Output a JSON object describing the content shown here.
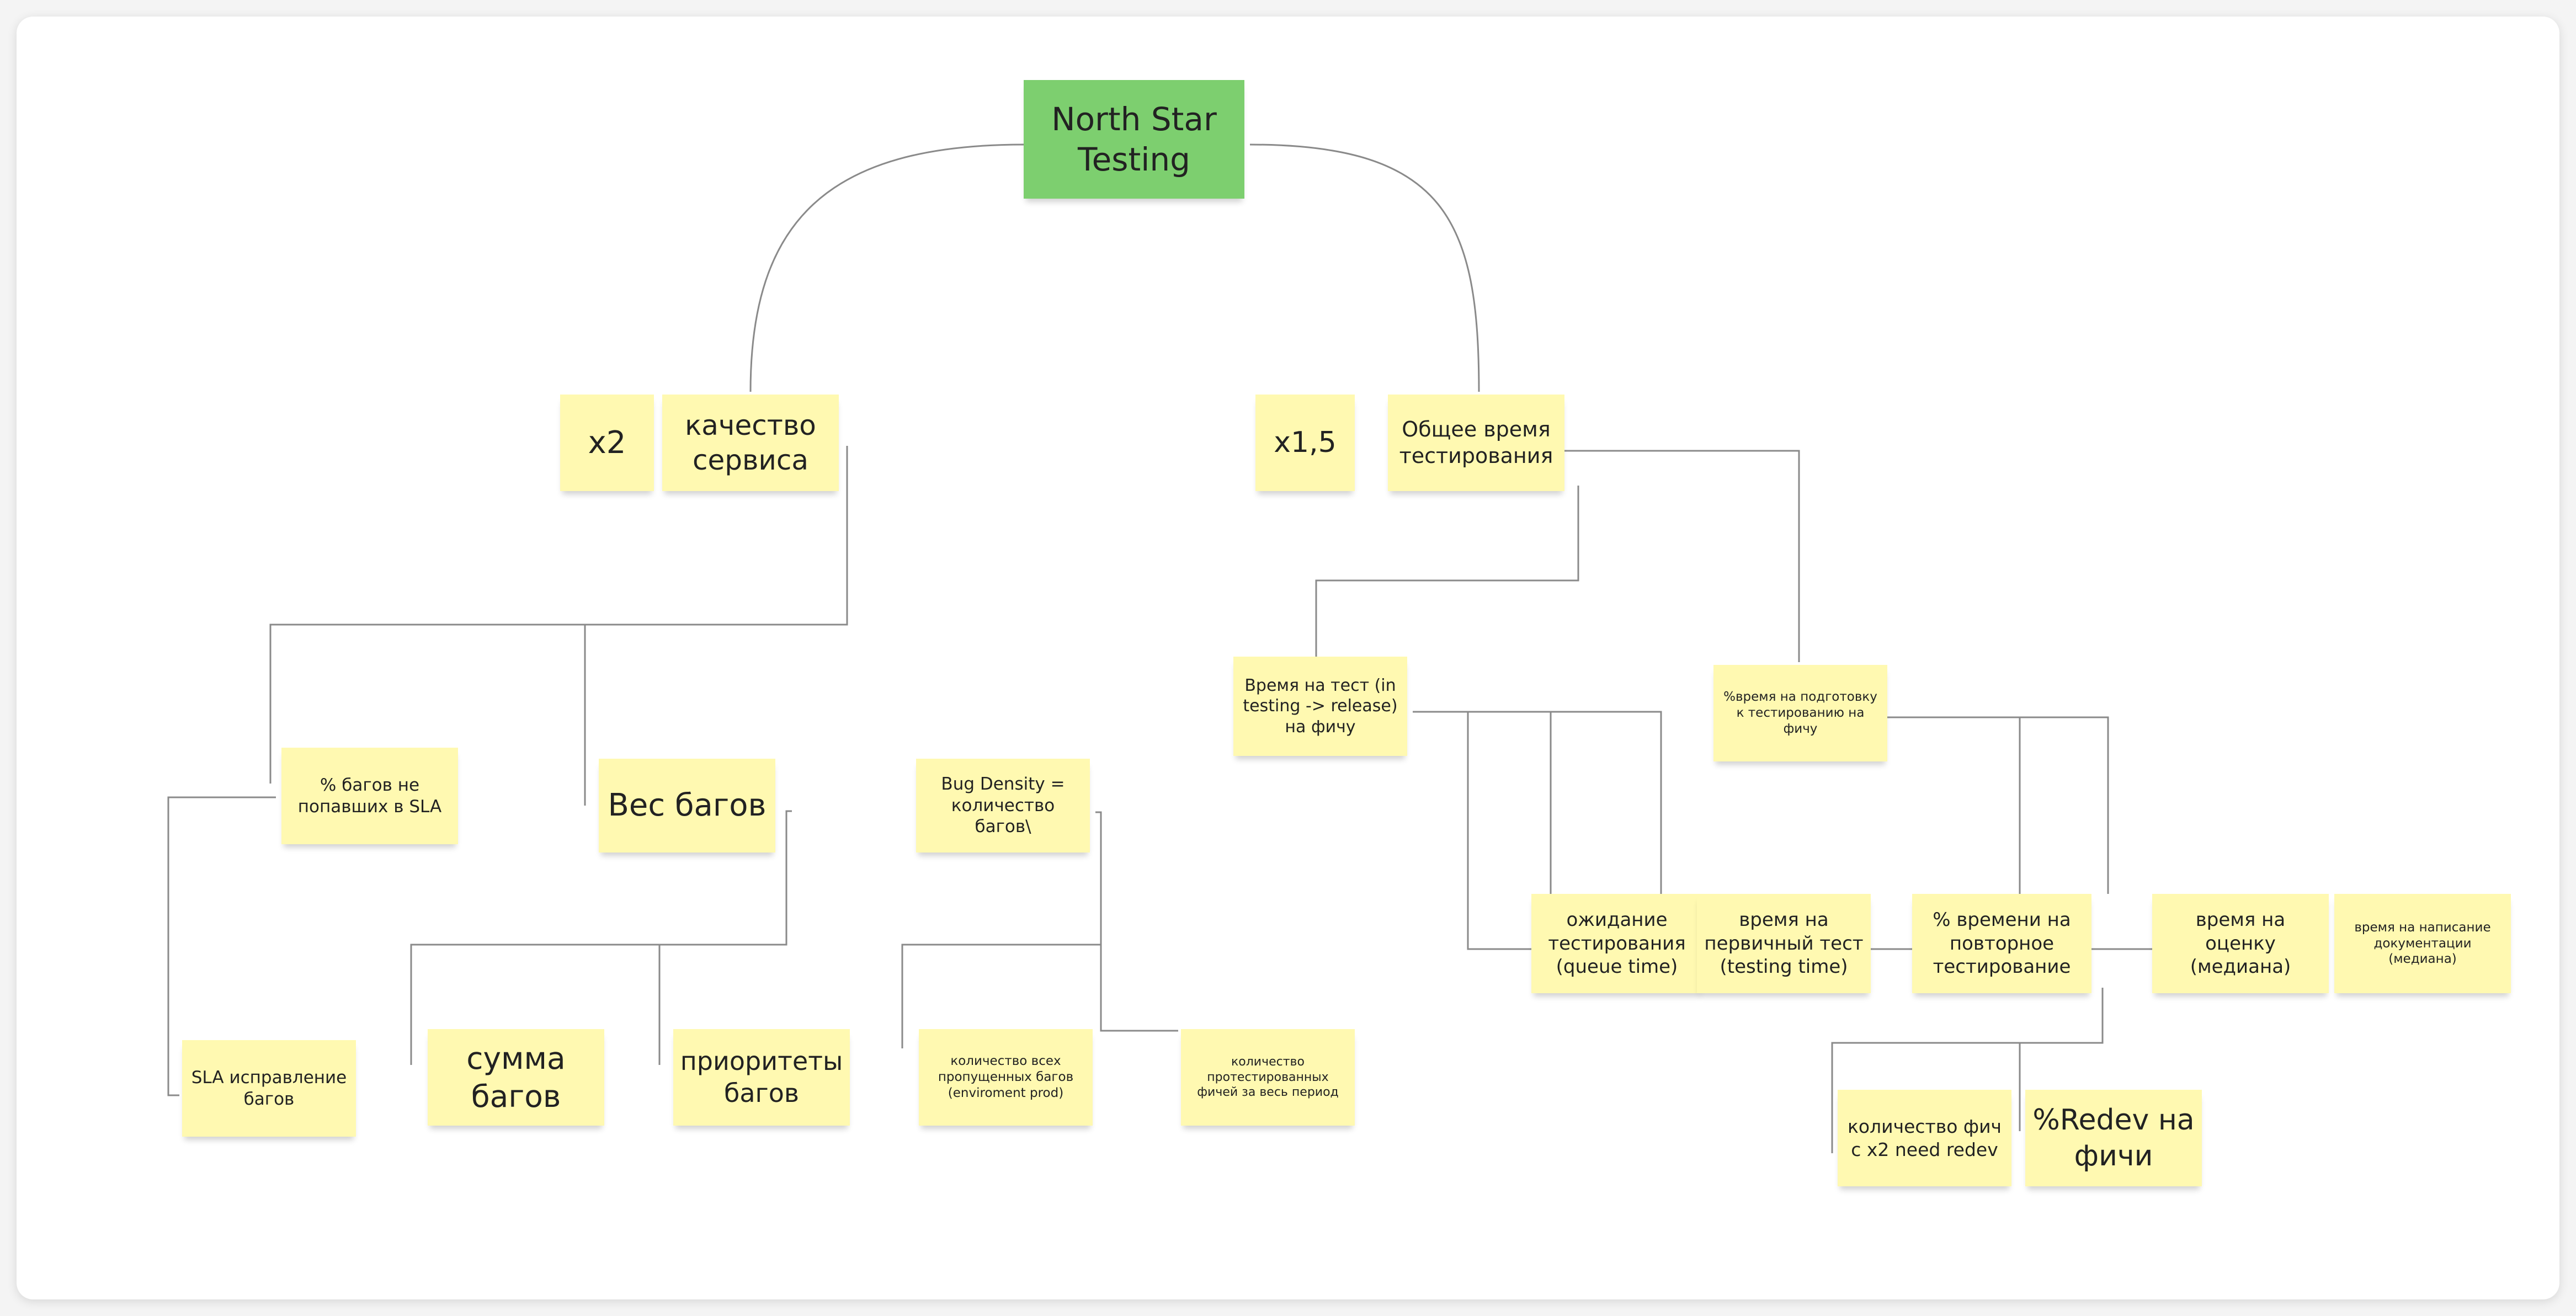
{
  "diagram": {
    "root": "North Star Testing",
    "branches": {
      "service_quality": {
        "multiplier": "x2",
        "title": "качество сервиса",
        "sla_missed": "% багов не попавших в SLA",
        "sla_fix": "SLA исправление багов",
        "bug_weight": "Вес багов",
        "bug_sum": "сумма багов",
        "bug_priorities": "приоритеты багов",
        "bug_density": "Bug Density = количество багов\\",
        "missed_bugs_total": "количество всех пропущенных багов (enviroment prod)",
        "tested_features_total": "количество протестированных фичей за весь период"
      },
      "testing_time": {
        "multiplier": "x1,5",
        "title": "Общее время тестирования",
        "time_per_test": "Время на тест (in testing -> release) на фичу",
        "prep_time": "%время на подготовку к тестированию на фичу",
        "queue_time": "ожидание тестирования (queue time)",
        "primary_test": "время на первичный тест (testing time)",
        "retest_share": "% времени на повторное тестирование",
        "estimate_time": "время на оценку (медиана)",
        "docs_time": "время на написание документации (медиана)",
        "features_x2_redev": "количество фич с x2 need redev",
        "redev_share": "%Redev на фичи"
      }
    }
  }
}
